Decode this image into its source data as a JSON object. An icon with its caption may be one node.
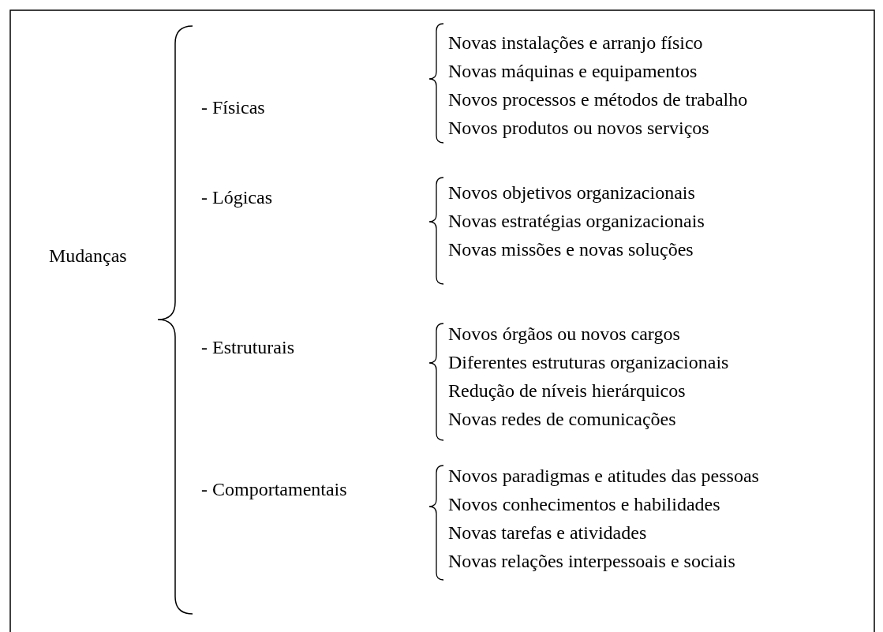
{
  "diagram": {
    "labels": [
      "Mudanças",
      "- Físicas",
      "Novas instalações e arranjo físico",
      "Novas máquinas e equipamentos",
      "Novos processos e métodos de trabalho",
      "Novos produtos ou novos serviços",
      "- Lógicas",
      "Novos objetivos organizacionais",
      "Novas estratégias organizacionais",
      "Novas missões e novas soluções",
      "- Estruturais",
      "Novos órgãos ou novos cargos",
      "Diferentes estruturas organizacionais",
      "Redução de níveis hierárquicos",
      "Novas redes de comunicações",
      "- Comportamentais",
      "Novos paradigmas e atitudes das pessoas",
      "Novos conhecimentos e habilidades",
      "Novas tarefas e atividades",
      "Novas relações interpessoais e sociais"
    ]
  }
}
